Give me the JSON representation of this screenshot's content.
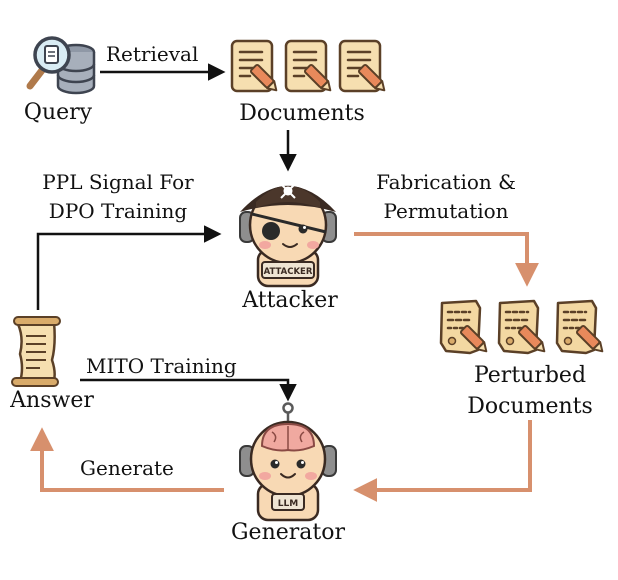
{
  "nodes": {
    "query": "Query",
    "documents": "Documents",
    "attacker": "Attacker",
    "attacker_badge": "ATTACKER",
    "perturbed_line1": "Perturbed",
    "perturbed_line2": "Documents",
    "answer": "Answer",
    "generator": "Generator",
    "generator_badge": "LLM"
  },
  "edges": {
    "retrieval": "Retrieval",
    "ppl_line1": "PPL Signal For",
    "ppl_line2": "DPO Training",
    "fabrication_line1": "Fabrication &",
    "fabrication_line2": "Permutation",
    "mito": "MITO Training",
    "generate": "Generate"
  },
  "colors": {
    "black_arrow": "#111111",
    "orange_arrow": "#d7906d",
    "paper": "#f6dfb0",
    "paper_outline": "#5b4027",
    "pencil": "#e8895b",
    "skin": "#f8d9b4",
    "headphone": "#8e8e8e",
    "pirate_hat": "#3a2a22",
    "brain": "#f0a9a0"
  },
  "icons": [
    "magnifier-database-icon",
    "document-icon",
    "perturbed-document-icon",
    "pirate-robot-icon",
    "scroll-icon",
    "brain-robot-icon"
  ]
}
